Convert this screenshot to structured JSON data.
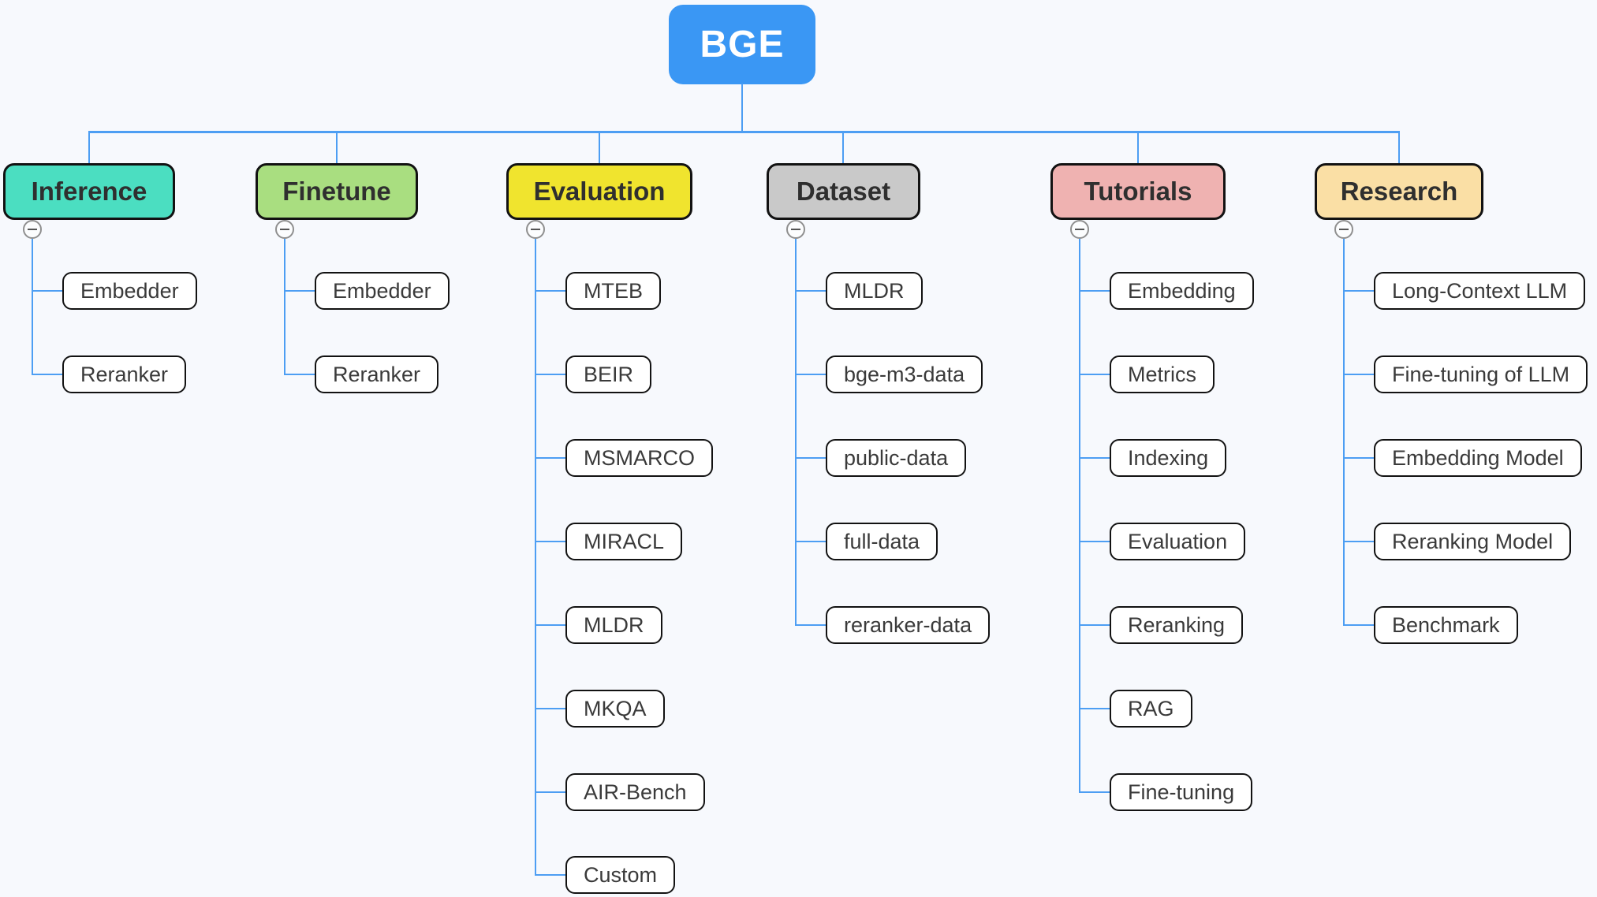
{
  "root": {
    "label": "BGE",
    "color": "#3a97f4"
  },
  "connector_color": "#4d9ef3",
  "collapse_icon": "minus-circle",
  "branches": [
    {
      "label": "Inference",
      "color": "#4bdec1",
      "children": [
        "Embedder",
        "Reranker"
      ]
    },
    {
      "label": "Finetune",
      "color": "#a9de80",
      "children": [
        "Embedder",
        "Reranker"
      ]
    },
    {
      "label": "Evaluation",
      "color": "#f0e42e",
      "children": [
        "MTEB",
        "BEIR",
        "MSMARCO",
        "MIRACL",
        "MLDR",
        "MKQA",
        "AIR-Bench",
        "Custom"
      ]
    },
    {
      "label": "Dataset",
      "color": "#c9c9c9",
      "children": [
        "MLDR",
        "bge-m3-data",
        "public-data",
        "full-data",
        "reranker-data"
      ]
    },
    {
      "label": "Tutorials",
      "color": "#efb2b1",
      "children": [
        "Embedding",
        "Metrics",
        "Indexing",
        "Evaluation",
        "Reranking",
        "RAG",
        "Fine-tuning"
      ]
    },
    {
      "label": "Research",
      "color": "#fadfa5",
      "children": [
        "Long-Context LLM",
        "Fine-tuning of LLM",
        "Embedding Model",
        "Reranking Model",
        "Benchmark"
      ]
    }
  ]
}
